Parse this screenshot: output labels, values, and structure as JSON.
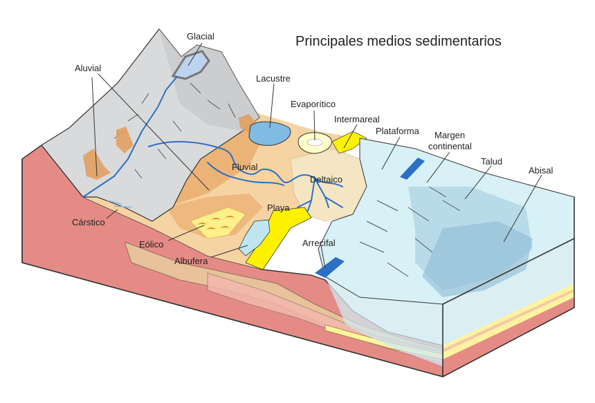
{
  "title": "Principales medios sedimentarios",
  "labels": {
    "glacial": "Glacial",
    "aluvial": "Aluvial",
    "lacustre": "Lacustre",
    "evaporitico": "Evaporítico",
    "intermareal": "Intermareal",
    "plataforma": "Plataforma",
    "margen_line1": "Margen",
    "margen_line2": "continental",
    "talud": "Talud",
    "abisal": "Abisal",
    "fluvial": "Fluvial",
    "deltaico": "Deltaico",
    "playa": "Playa",
    "carstico": "Cárstico",
    "eolico": "Eólico",
    "albufera": "Albufera",
    "arrecifal": "Arrecifal"
  },
  "colors": {
    "rock": "#e58b86",
    "mountain": "#d9dadb",
    "alluvial_fan": "#e0a060",
    "plain": "#f6d3a3",
    "delta": "#f4e6c2",
    "sand": "#fff200",
    "shallow_sea": "#d7f1f6",
    "deep_sea": "#9fc9df",
    "water": "#2d6fc4",
    "lake": "#7fbbe3",
    "evaporite": "#ffffcc"
  }
}
